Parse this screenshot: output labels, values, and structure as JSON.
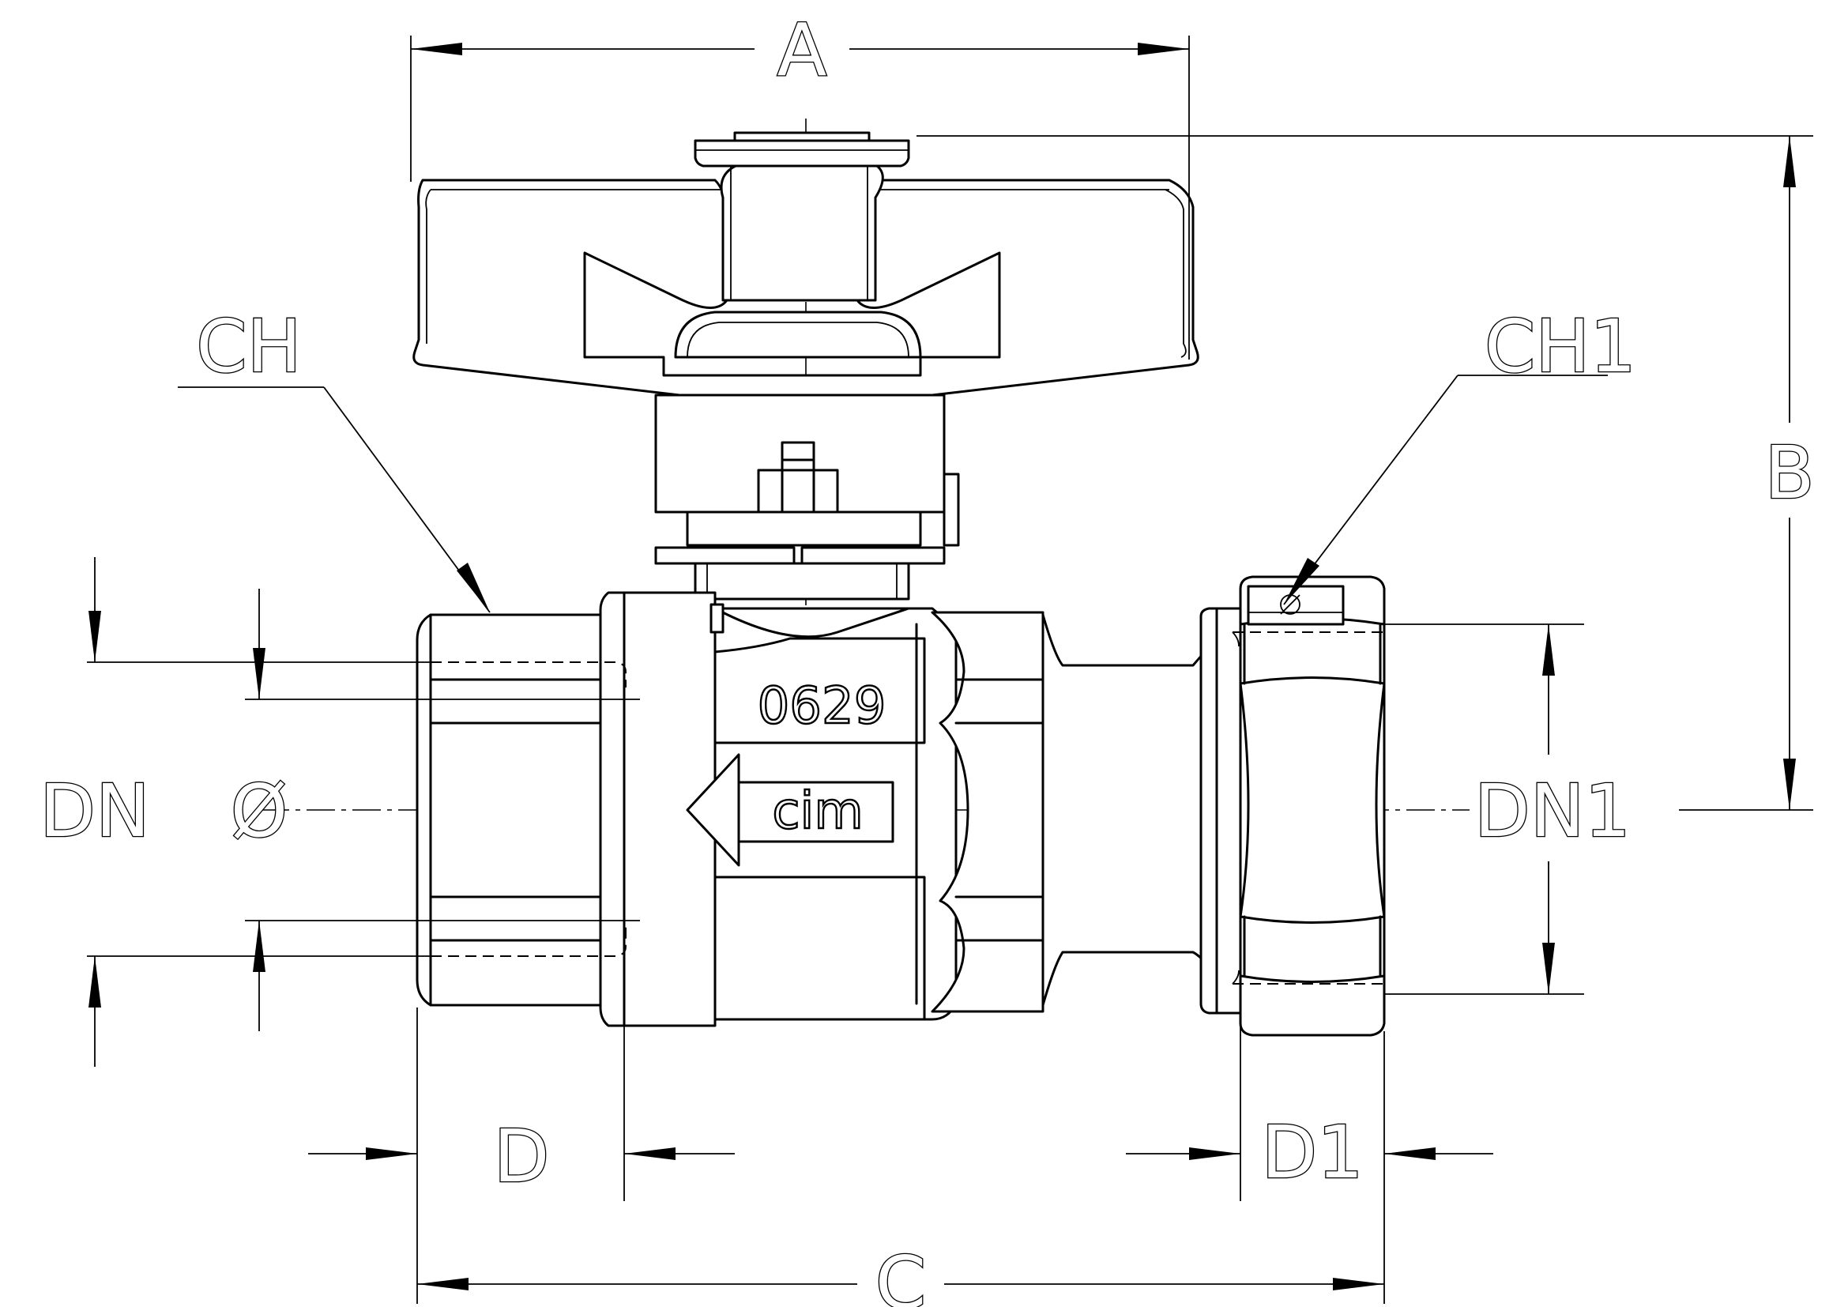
{
  "labels": {
    "a": "A",
    "b": "B",
    "c": "C",
    "d": "D",
    "d1": "D1",
    "dn": "DN",
    "dn1": "DN1",
    "ch": "CH",
    "ch1": "CH1",
    "diameter": "Ø"
  },
  "body_markings": {
    "code": "0629",
    "brand": "cim"
  }
}
